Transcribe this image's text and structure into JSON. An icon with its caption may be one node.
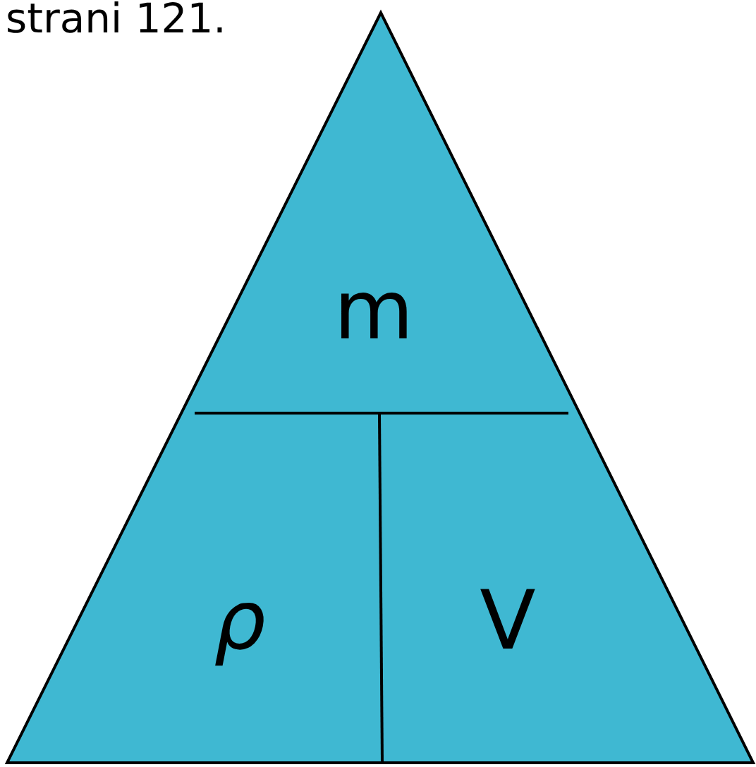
{
  "diagram": {
    "nodes": [
      {
        "text": [
          "m"
        ]
      },
      {
        "text": [
          "ρ"
        ]
      },
      {
        "text": [
          "V"
        ]
      }
    ],
    "labels": [
      "strani 121."
    ]
  }
}
